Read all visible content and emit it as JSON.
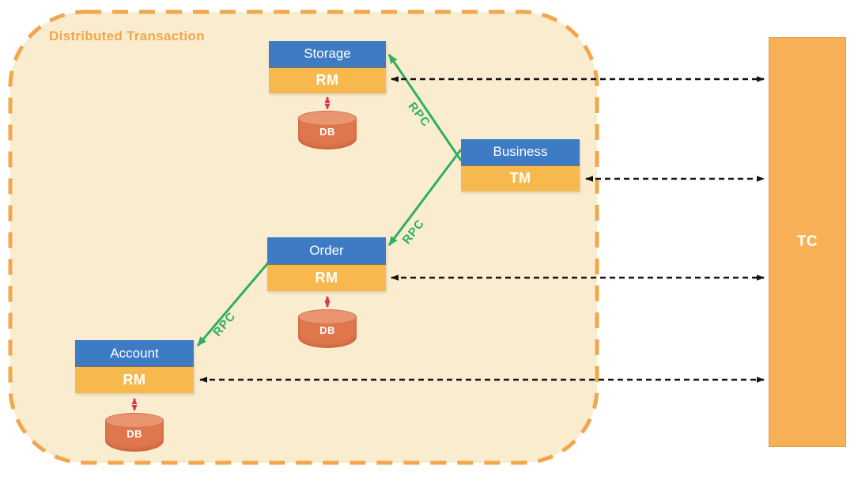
{
  "diagram": {
    "title": "Distributed Transaction",
    "nodes": {
      "storage": {
        "title": "Storage",
        "role": "RM",
        "db_label": "DB"
      },
      "business": {
        "title": "Business",
        "role": "TM"
      },
      "order": {
        "title": "Order",
        "role": "RM",
        "db_label": "DB"
      },
      "account": {
        "title": "Account",
        "role": "RM",
        "db_label": "DB"
      }
    },
    "coordinator": {
      "label": "TC"
    },
    "rpc_labels": {
      "business_to_storage": "RPC",
      "business_to_order": "RPC",
      "order_to_account": "RPC"
    },
    "colors": {
      "container_fill": "#FAEDCF",
      "container_border": "#F2A74D",
      "title_text": "#F2A64C",
      "node_header_blue": "#3E7BC5",
      "node_role_orange": "#F7B94E",
      "coordinator_orange": "#F8B057",
      "rpc_green": "#2FAE5F",
      "db_arrow_red": "#D23B56",
      "db_body": "#E0764C",
      "tc_arrow_black": "#141414"
    }
  }
}
